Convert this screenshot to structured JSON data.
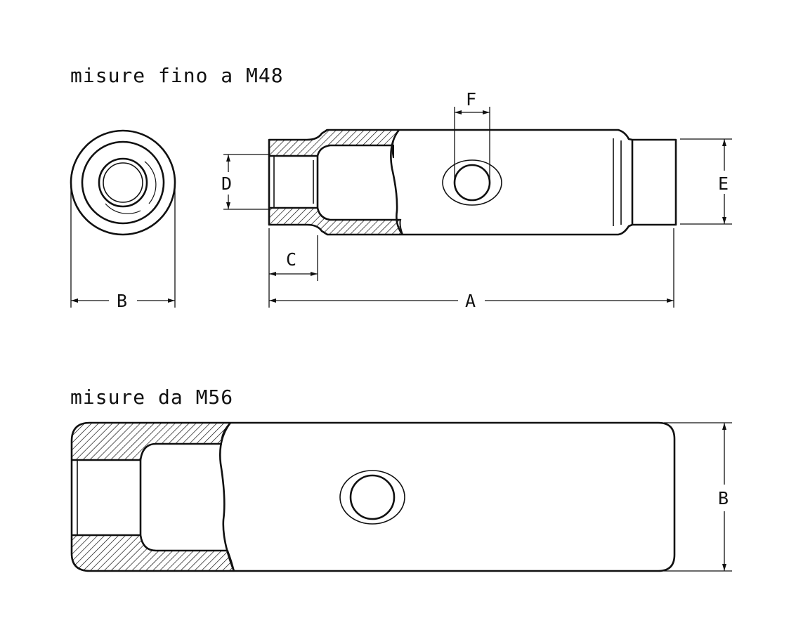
{
  "diagram": {
    "section_top_title": "misure fino a M48",
    "section_bottom_title": "misure da M56",
    "dimension_labels": {
      "A": "A",
      "B": "B",
      "C": "C",
      "D": "D",
      "E": "E",
      "F": "F",
      "B_bottom": "B"
    },
    "colors": {
      "line": "#111111",
      "background": "#ffffff"
    }
  }
}
